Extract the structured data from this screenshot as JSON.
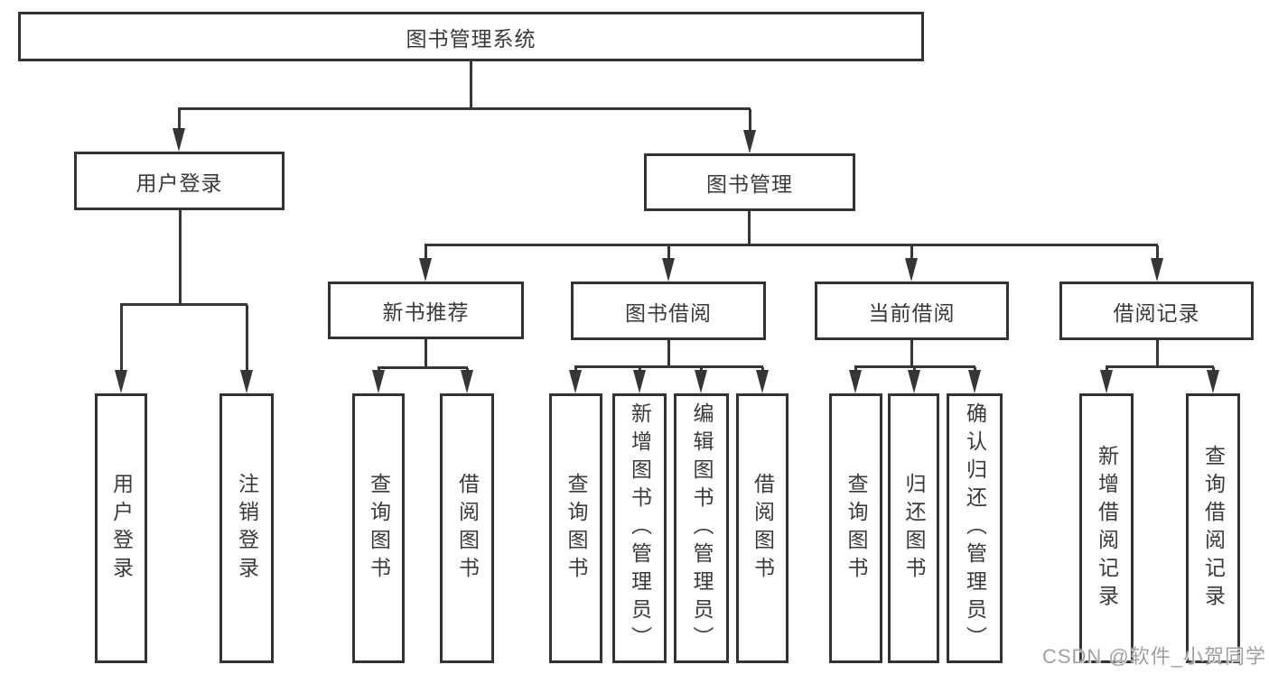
{
  "tree": {
    "label": "图书管理系统",
    "children": [
      {
        "label": "用户登录",
        "children": [
          {
            "label": "用户登录"
          },
          {
            "label": "注销登录"
          }
        ]
      },
      {
        "label": "图书管理",
        "children": [
          {
            "label": "新书推荐",
            "children": [
              {
                "label": "查询图书"
              },
              {
                "label": "借阅图书"
              }
            ]
          },
          {
            "label": "图书借阅",
            "children": [
              {
                "label": "查询图书"
              },
              {
                "label": "新增图书（管理员）"
              },
              {
                "label": "编辑图书（管理员）"
              },
              {
                "label": "借阅图书"
              }
            ]
          },
          {
            "label": "当前借阅",
            "children": [
              {
                "label": "查询图书"
              },
              {
                "label": "归还图书"
              },
              {
                "label": "确认归还（管理员）"
              }
            ]
          },
          {
            "label": "借阅记录",
            "children": [
              {
                "label": "新增借阅记录"
              },
              {
                "label": "查询借阅记录"
              }
            ]
          }
        ]
      }
    ]
  },
  "watermark": "CSDN @软件_小贺同学",
  "colors": {
    "line": "#363636",
    "border": "#333333",
    "text": "#3a3a3a",
    "watermark": "#989898"
  }
}
